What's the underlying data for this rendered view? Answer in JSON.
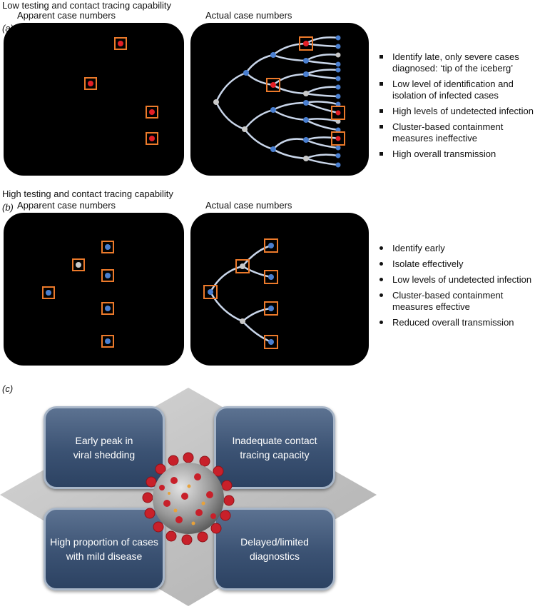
{
  "panel_a": {
    "label": "(a)",
    "heading": "Low testing and contact tracing capability",
    "left_title": "Apparent case numbers",
    "right_title": "Actual case numbers",
    "bullets": [
      "Identify late, only severe cases\ndiagnosed: ‘tip of the iceberg’",
      "Low level of identification and\nisolation of infected cases",
      "High levels of undetected infection",
      "Cluster-based containment\nmeasures ineffective",
      "High overall transmission"
    ]
  },
  "panel_b": {
    "label": "(b)",
    "heading": "High testing and contact tracing capability",
    "left_title": "Apparent case numbers",
    "right_title": "Actual case numbers",
    "bullets": [
      "Identify early",
      "Isolate effectively",
      "Low levels of undetected infection",
      "Cluster-based containment\nmeasures effective",
      "Reduced overall transmission"
    ]
  },
  "panel_c": {
    "label": "(c)",
    "tiles": [
      "Early peak in\nviral shedding",
      "Inadequate contact\ntracing capacity",
      "High proportion of cases\nwith mild disease",
      "Delayed/limited\ndiagnostics"
    ]
  },
  "colors": {
    "panel_bg": "#000000",
    "box_orange": "#ec7a2b",
    "case_red": "#e41f26",
    "case_blue": "#4a7fd0",
    "case_grey": "#c8c8c8",
    "branch": "#c9d6ea",
    "tile_blue": "#3b5273",
    "virus_red": "#c8202a"
  }
}
